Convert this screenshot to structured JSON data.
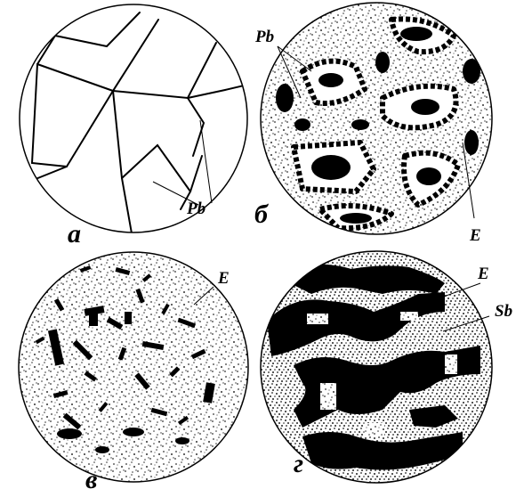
{
  "panels": [
    {
      "letter": "а",
      "labels": [
        "Pb"
      ]
    },
    {
      "letter": "б",
      "labels": [
        "Pb",
        "E"
      ]
    },
    {
      "letter": "в",
      "labels": [
        "E"
      ]
    },
    {
      "letter": "г",
      "labels": [
        "E",
        "Sb"
      ]
    }
  ]
}
